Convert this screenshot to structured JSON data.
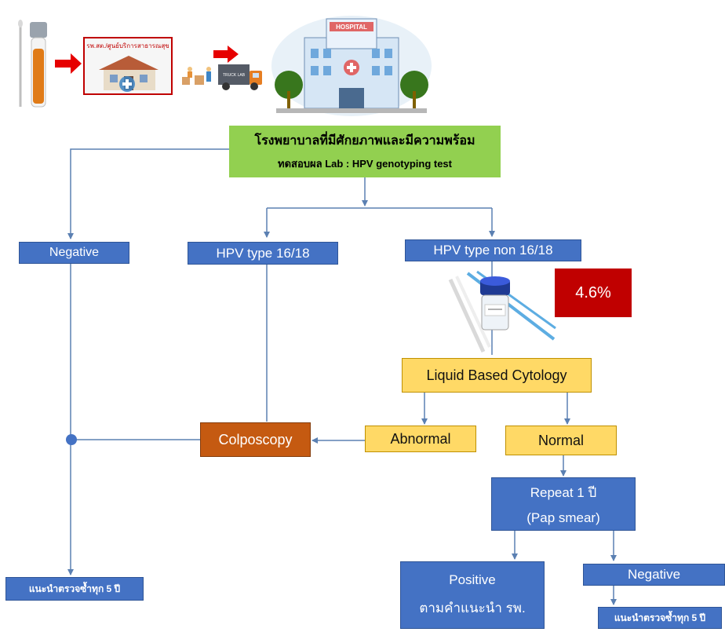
{
  "illustrations": {
    "clinic_sign": "รพ.สต./ศูนย์บริการสาธารณสุข",
    "truck_text": "TRUCK LAB",
    "hospital_sign": "HOSPITAL"
  },
  "nodes": {
    "lab": {
      "line1": "โรงพยาบาลที่มีศักยภาพและมีความพร้อม",
      "line2": "ทดสอบผล Lab : HPV genotyping test"
    },
    "negative_left": "Negative",
    "hpv_1618": "HPV type 16/18",
    "hpv_non_1618": "HPV type non 16/18",
    "percent_badge": "4.6%",
    "lbc": "Liquid Based Cytology",
    "abnormal": "Abnormal",
    "normal": "Normal",
    "colposcopy": "Colposcopy",
    "repeat": {
      "line1": "Repeat 1 ปี",
      "line2": "(Pap smear)"
    },
    "positive": {
      "line1": "Positive",
      "line2": "ตามคำแนะนำ รพ."
    },
    "negative_right": "Negative",
    "advice_left": "แนะนำตรวจซ้ำทุก 5 ปี",
    "advice_right": "แนะนำตรวจซ้ำทุก 5 ปี"
  },
  "colors": {
    "box_blue": "#4472c4",
    "box_green": "#92d050",
    "box_yellow": "#ffd966",
    "box_orange": "#c55a11",
    "badge_red": "#c00000",
    "connector": "#5b80b2"
  }
}
